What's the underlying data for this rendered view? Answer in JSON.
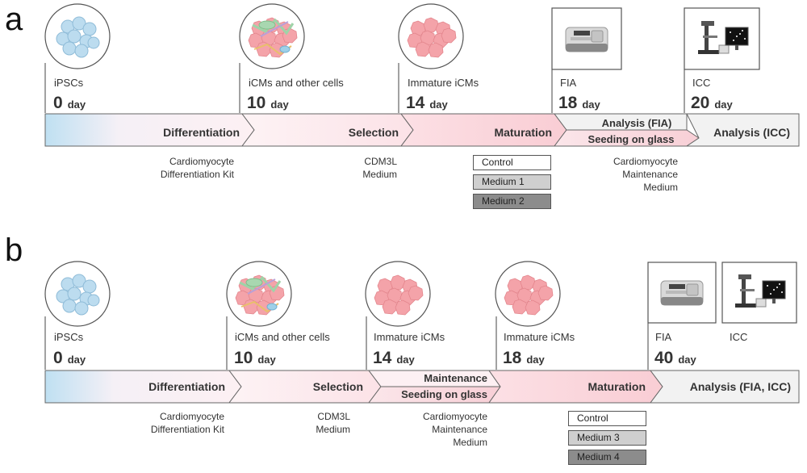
{
  "panels": {
    "a": {
      "letter": "a",
      "stages": [
        {
          "label": "iPSCs",
          "day_num": "0",
          "day_unit": "day"
        },
        {
          "label": "iCMs and other cells",
          "day_num": "10",
          "day_unit": "day"
        },
        {
          "label": "Immature iCMs",
          "day_num": "14",
          "day_unit": "day"
        },
        {
          "label": "FIA",
          "day_num": "18",
          "day_unit": "day"
        },
        {
          "label": "ICC",
          "day_num": "20",
          "day_unit": "day"
        }
      ],
      "phases": [
        "Differentiation",
        "Selection",
        "Maturation",
        "Analysis (FIA)",
        "Seeding on glass",
        "Analysis (ICC)"
      ],
      "notes": [
        "Cardiomyocyte\nDifferentiation Kit",
        "CDM3L\nMedium",
        "Cardiomyocyte\nMaintenance\nMedium"
      ],
      "media": [
        "Control",
        "Medium 1",
        "Medium 2"
      ]
    },
    "b": {
      "letter": "b",
      "stages": [
        {
          "label": "iPSCs",
          "day_num": "0",
          "day_unit": "day"
        },
        {
          "label": "iCMs and other cells",
          "day_num": "10",
          "day_unit": "day"
        },
        {
          "label": "Immature iCMs",
          "day_num": "14",
          "day_unit": "day"
        },
        {
          "label": "Immature iCMs",
          "day_num": "18",
          "day_unit": "day"
        },
        {
          "label": "FIA",
          "day_num": "40",
          "day_unit": "day"
        },
        {
          "label": "ICC"
        }
      ],
      "phases": [
        "Differentiation",
        "Selection",
        "Maintenance",
        "Seeding on glass",
        "Maturation",
        "Analysis (FIA, ICC)"
      ],
      "notes": [
        "Cardiomyocyte\nDifferentiation Kit",
        "CDM3L\nMedium",
        "Cardiomyocyte\nMaintenance\nMedium"
      ],
      "media": [
        "Control",
        "Medium 3",
        "Medium 4"
      ]
    }
  },
  "colors": {
    "ipsc_blue": "#bfe0f2",
    "diff_pink": "#fdeef2",
    "maturation_pink": "#fad0d6",
    "cell_red": "#f39aa0",
    "analysis_gray": "#f2f2f2",
    "control_white": "#ffffff",
    "medium_light": "#cfcfcf",
    "medium_dark": "#8c8c8c"
  },
  "icons": [
    "ipsc-cluster-icon",
    "mixed-cells-icon",
    "cardiomyocyte-sheet-icon",
    "fluorescence-analyzer-icon",
    "microscope-icon"
  ]
}
